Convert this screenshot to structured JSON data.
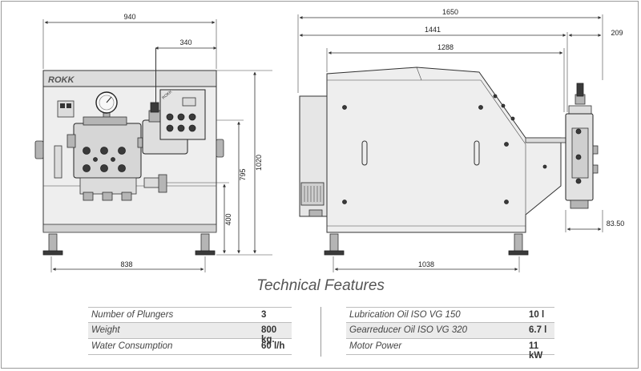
{
  "brand": "ROKK",
  "title": "Technical Features",
  "dimensions": {
    "front_width": "940",
    "front_right_offset": "340",
    "front_base": "838",
    "front_height": "1020",
    "front_mid_height": "795",
    "front_inlet_height": "400",
    "side_total": "1650",
    "side_body": "1441",
    "side_top": "1288",
    "side_head": "209",
    "side_base": "1038",
    "side_head_depth": "83.50"
  },
  "features_left": [
    {
      "label": "Number of Plungers",
      "value": "3"
    },
    {
      "label": "Weight",
      "value": "800 kg."
    },
    {
      "label": "Water Consumption",
      "value": "60 l/h"
    }
  ],
  "features_right": [
    {
      "label": "Lubrication Oil ISO VG 150",
      "value": "10 l"
    },
    {
      "label": "Gearreducer Oil ISO VG 320",
      "value": "6.7 l"
    },
    {
      "label": "Motor Power",
      "value": "11 kW"
    }
  ]
}
